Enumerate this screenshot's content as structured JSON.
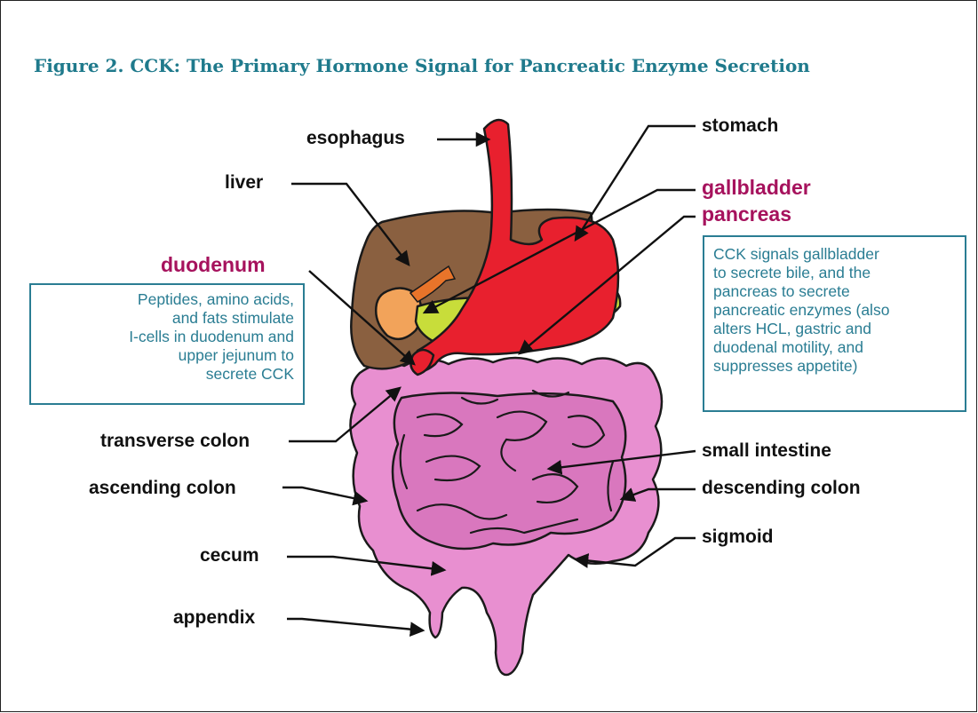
{
  "figure": {
    "title": "Figure 2. CCK: The Primary Hormone Signal for Pancreatic Enzyme Secretion"
  },
  "labels": {
    "esophagus": "esophagus",
    "stomach": "stomach",
    "liver": "liver",
    "gallbladder": "gallbladder",
    "pancreas": "pancreas",
    "duodenum": "duodenum",
    "transverse_colon": "transverse colon",
    "small_intestine": "small intestine",
    "ascending_colon": "ascending colon",
    "descending_colon": "descending colon",
    "sigmoid": "sigmoid",
    "cecum": "cecum",
    "appendix": "appendix"
  },
  "boxes": {
    "duodenum_note": [
      "Peptides, amino acids,",
      "and fats stimulate",
      "I-cells in duodenum and",
      "upper jejunum to",
      "secrete CCK"
    ],
    "cck_note": [
      "CCK signals gallbladder",
      "to secrete bile, and the",
      "pancreas to secrete",
      "pancreatic enzymes (also",
      "alters HCL, gastric and",
      "duodenal motility, and",
      "suppresses appetite)"
    ]
  },
  "colors": {
    "title": "#1f7a8c",
    "highlight_label": "#a6125d",
    "box_border": "#2a7d93",
    "liver": "#8a6040",
    "stomach": "#e8202e",
    "gallbladder": "#f2a35a",
    "pancreas": "#c8dd3a",
    "intestine": "#e88fd0"
  }
}
